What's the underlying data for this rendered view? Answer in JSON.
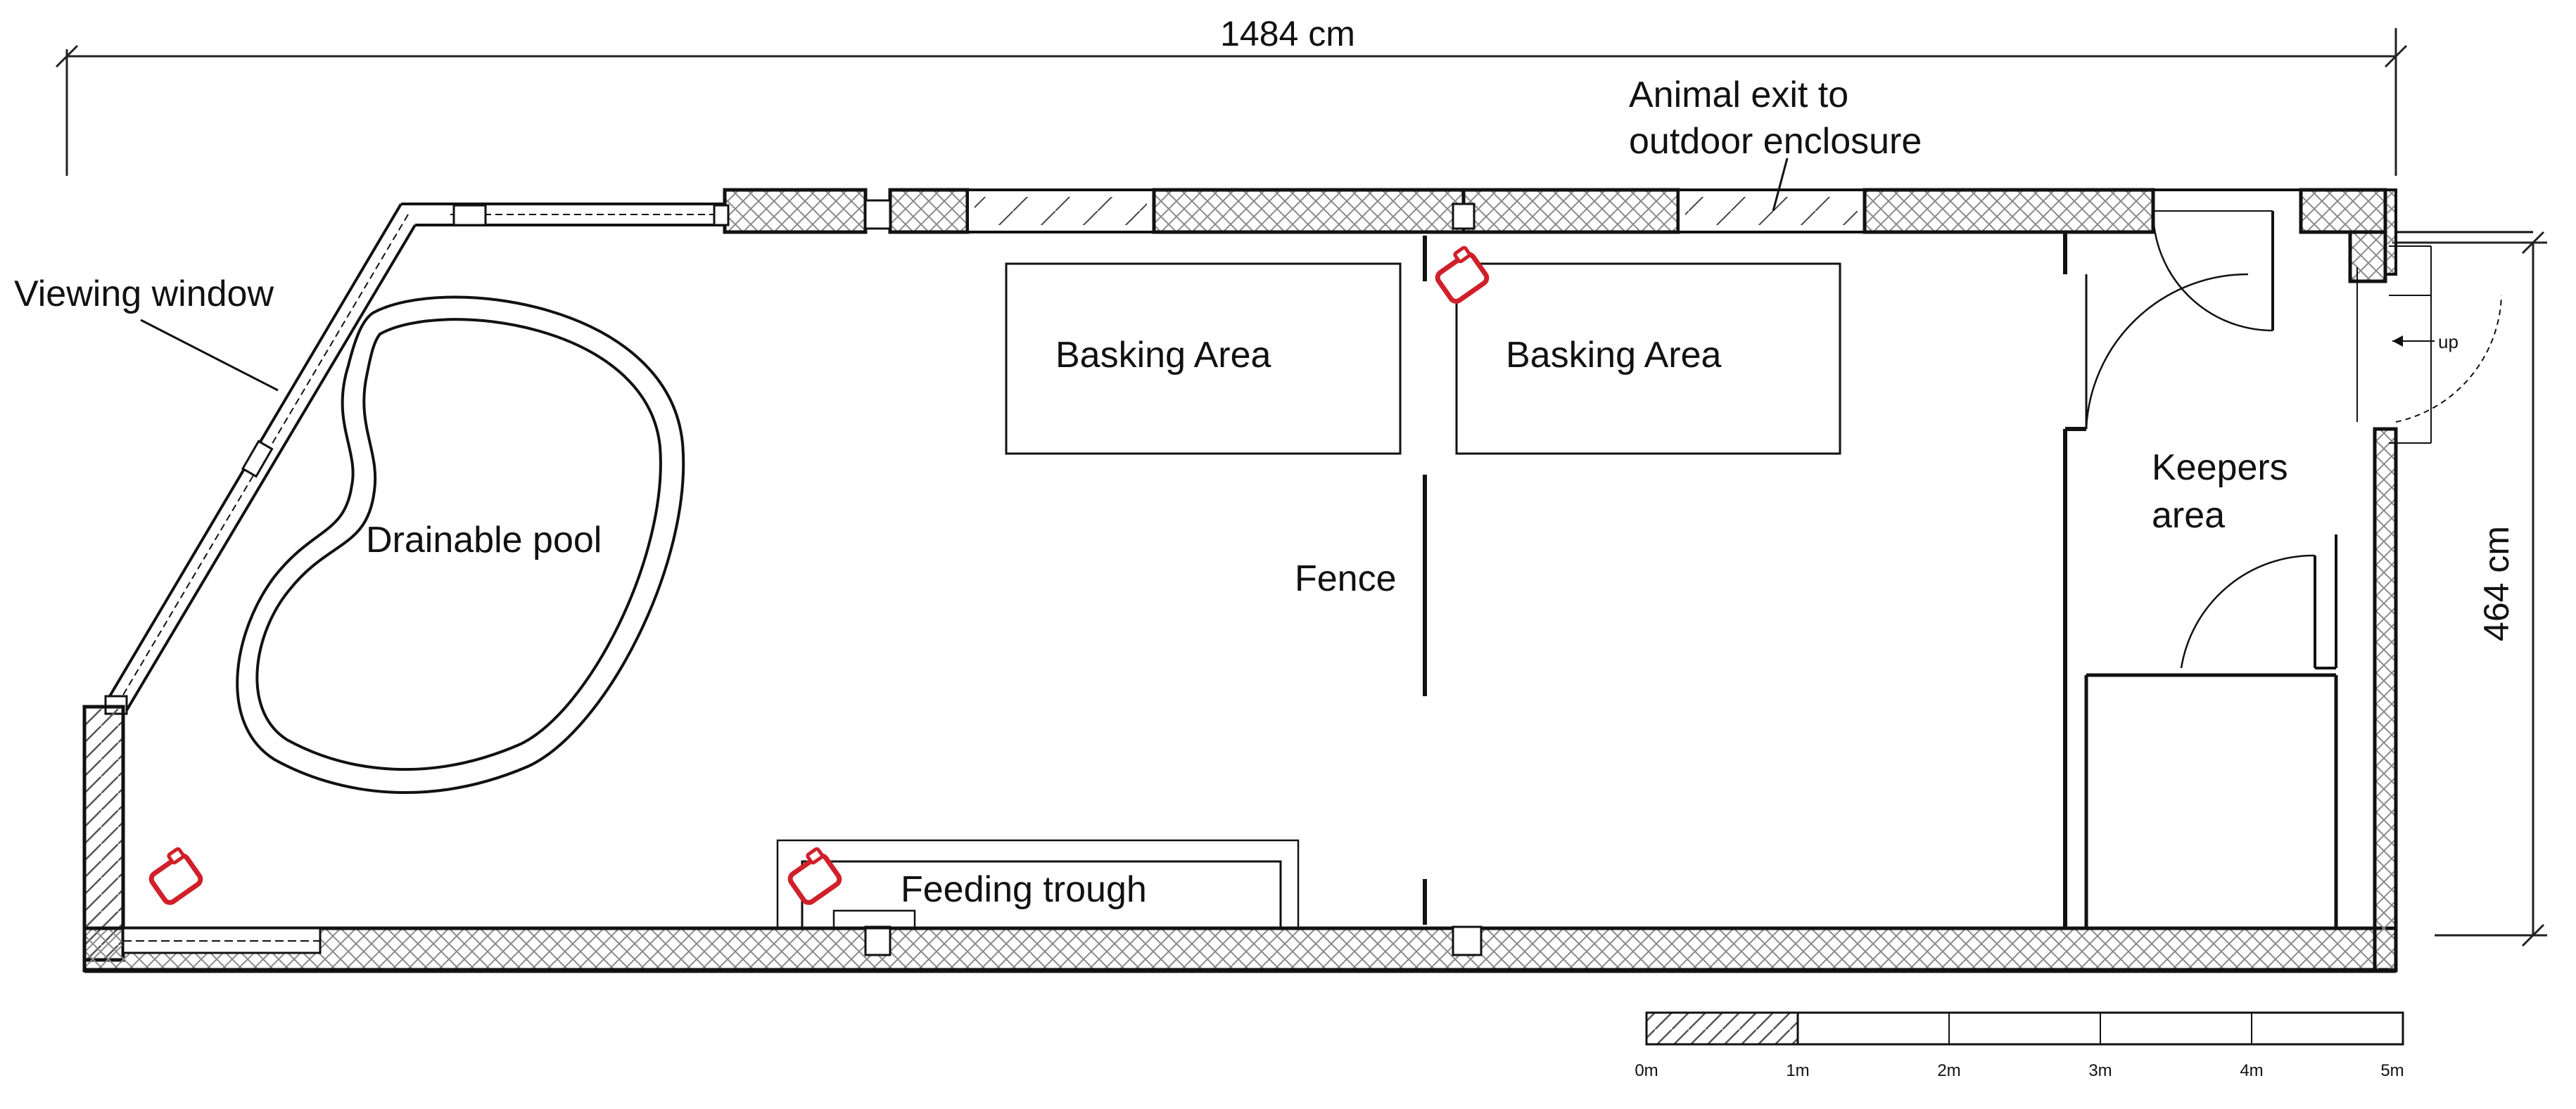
{
  "dimensions": {
    "length": "1484 cm",
    "width": "464 cm"
  },
  "labels": {
    "animal_exit": [
      "Animal exit to",
      "outdoor enclosure"
    ],
    "viewing_window": "Viewing window",
    "drainable_pool": "Drainable pool",
    "basking_area_1": "Basking Area",
    "basking_area_2": "Basking Area",
    "fence": "Fence",
    "keepers_area": [
      "Keepers",
      "area"
    ],
    "feeding_trough": "Feeding trough",
    "stairs_up": "up"
  },
  "scale_bar": {
    "ticks": [
      "0m",
      "1m",
      "2m",
      "3m",
      "4m",
      "5m"
    ]
  },
  "colors": {
    "camera": "#d0202a",
    "wall": "#111111",
    "hatch": "#888888"
  },
  "icons": [
    "camera-icon"
  ]
}
